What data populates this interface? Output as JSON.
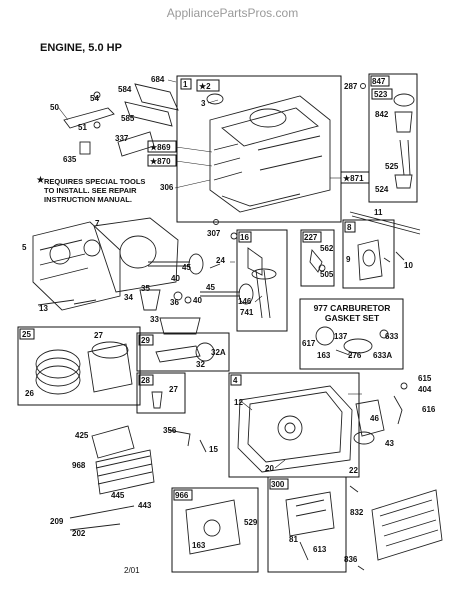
{
  "watermark": "AppliancePartsPros.com",
  "title": "ENGINE, 5.0 HP",
  "note": {
    "text": "REQUIRES SPECIAL TOOLS TO INSTALL. SEE REPAIR INSTRUCTION MANUAL."
  },
  "carb_kit": {
    "line1": "977 CARBURETOR",
    "line2": "GASKET SET"
  },
  "date": "2/01",
  "boxes": {
    "b1": "1",
    "b2": "2",
    "b3": "869",
    "b4": "870",
    "b5": "871",
    "b6": "847",
    "b7": "523",
    "b8": "16",
    "b9": "227",
    "b10": "8",
    "b11": "25",
    "b12": "29",
    "b13": "28",
    "b14": "4",
    "b15": "966",
    "b16": "300"
  },
  "labels": {
    "p684": "684",
    "p584": "584",
    "p585": "585",
    "p54": "54",
    "p50": "50",
    "p51": "51",
    "p337": "337",
    "p635": "635",
    "p3": "3",
    "p306": "306",
    "p287": "287",
    "p842": "842",
    "p525": "525",
    "p524": "524",
    "p11": "11",
    "p7": "7",
    "p5": "5",
    "p13": "13",
    "p307": "307",
    "p24": "24",
    "p45a": "45",
    "p40a": "40",
    "p35": "35",
    "p34": "34",
    "p45b": "45",
    "p40b": "40",
    "p36": "36",
    "p33": "33",
    "p146": "146",
    "p741": "741",
    "p562": "562",
    "p505": "505",
    "p9": "9",
    "p10": "10",
    "p137": "137",
    "p633": "633",
    "p617": "617",
    "p163a": "163",
    "p276": "276",
    "p633A": "633A",
    "p27a": "27",
    "p26": "26",
    "p32A": "32A",
    "p32": "32",
    "p27b": "27",
    "p615": "615",
    "p404": "404",
    "p616": "616",
    "p12": "12",
    "p46": "46",
    "p43": "43",
    "p20": "20",
    "p15": "15",
    "p22": "22",
    "p425": "425",
    "p356": "356",
    "p968": "968",
    "p445": "445",
    "p443": "443",
    "p209": "209",
    "p202": "202",
    "p529": "529",
    "p163b": "163",
    "p81": "81",
    "p613": "613",
    "p832": "832",
    "p836": "836"
  },
  "star": "★"
}
